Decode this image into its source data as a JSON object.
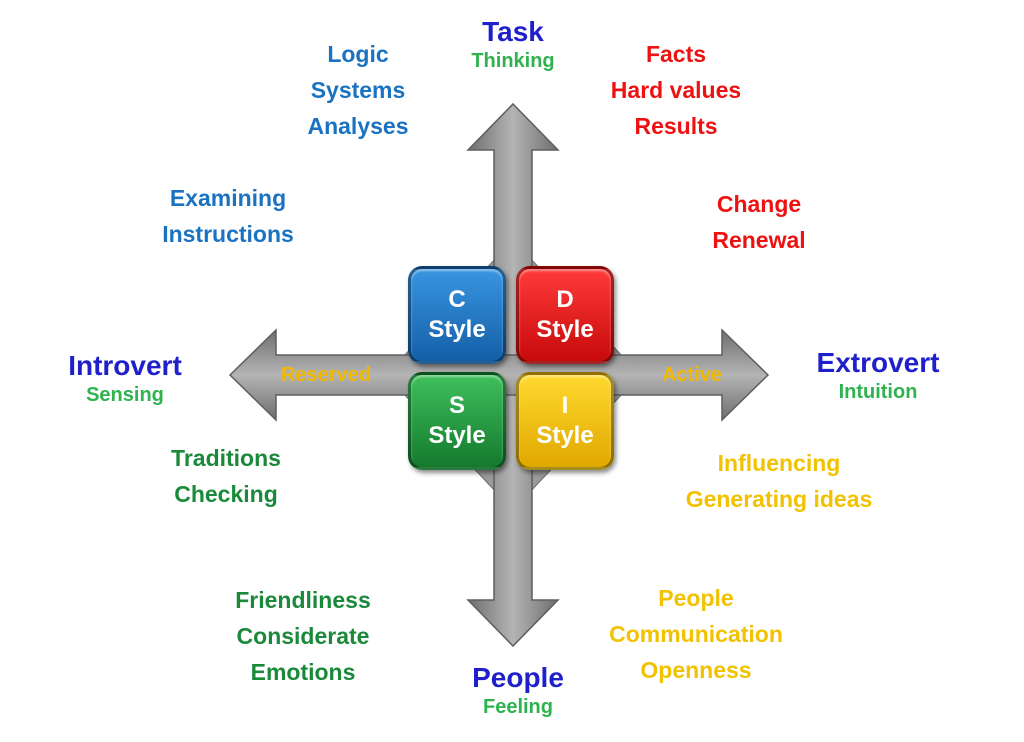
{
  "colors": {
    "axis_label": "#1f1fcc",
    "axis_sub": "#2eb34f",
    "c_style": "#1a72c2",
    "d_style": "#ee1111",
    "s_style": "#1a8a3a",
    "i_style": "#f2c200",
    "arrow_tag": "#f2b800",
    "arrow": "#8c8c8c"
  },
  "axes": {
    "top": {
      "main": "Task",
      "sub": "Thinking"
    },
    "bottom": {
      "main": "People",
      "sub": "Feeling"
    },
    "left": {
      "main": "Introvert",
      "sub": "Sensing"
    },
    "right": {
      "main": "Extrovert",
      "sub": "Intuition"
    }
  },
  "arrow_tags": {
    "left": "Reserved",
    "right": "Active"
  },
  "quadrants": {
    "c": {
      "letter": "C",
      "word": "Style"
    },
    "d": {
      "letter": "D",
      "word": "Style"
    },
    "s": {
      "letter": "S",
      "word": "Style"
    },
    "i": {
      "letter": "I",
      "word": "Style"
    }
  },
  "groups": {
    "c_top": [
      "Logic",
      "Systems",
      "Analyses"
    ],
    "c_mid": [
      "Examining",
      "Instructions"
    ],
    "d_top": [
      "Facts",
      "Hard values",
      "Results"
    ],
    "d_mid": [
      "Change",
      "Renewal"
    ],
    "s_mid": [
      "Traditions",
      "Checking"
    ],
    "s_bottom": [
      "Friendliness",
      "Considerate",
      "Emotions"
    ],
    "i_mid": [
      "Influencing",
      "Generating ideas"
    ],
    "i_bottom": [
      "People",
      "Communication",
      "Openness"
    ]
  }
}
